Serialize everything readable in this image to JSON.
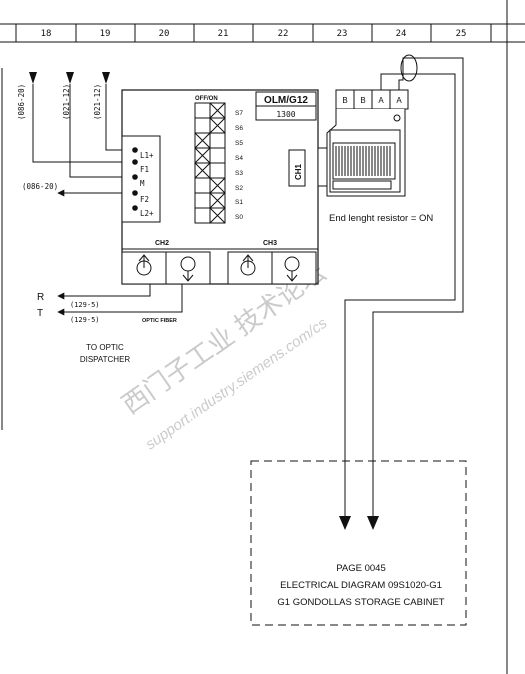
{
  "header": {
    "columns": [
      "18",
      "19",
      "20",
      "21",
      "22",
      "23",
      "24",
      "25"
    ]
  },
  "module": {
    "model": "OLM/G12",
    "code": "1300",
    "switch_header": "OFF/ON",
    "switches": [
      "S7",
      "S6",
      "S5",
      "S4",
      "S3",
      "S2",
      "S1",
      "S0"
    ],
    "terminals": [
      "L1+",
      "F1",
      "M",
      "F2",
      "L2+"
    ],
    "ch1": "CH1",
    "ch2": "CH2",
    "ch3": "CH3"
  },
  "connector": {
    "pins": [
      "B",
      "B",
      "A",
      "A"
    ],
    "note": "End lenght resistor = ON"
  },
  "refs": {
    "top_left": "(086-20)",
    "top_mid": "(021-12)",
    "top_right": "(021-12)",
    "side_out": "(086-20)",
    "r_ref": "(129-5)",
    "t_ref": "(129-5)"
  },
  "signals": {
    "r": "R",
    "t": "T"
  },
  "labels": {
    "optic_fiber": "OPTIC FIBER",
    "dispatcher_line1": "TO OPTIC",
    "dispatcher_line2": "DISPATCHER"
  },
  "page_ref": {
    "line1": "PAGE 0045",
    "line2": "ELECTRICAL DIAGRAM 09S1020-G1",
    "line3": "G1 GONDOLLAS STORAGE CABINET"
  },
  "watermark": {
    "line1": "西门子工业  技术论坛",
    "line2": "support.industry.siemens.com/cs"
  }
}
